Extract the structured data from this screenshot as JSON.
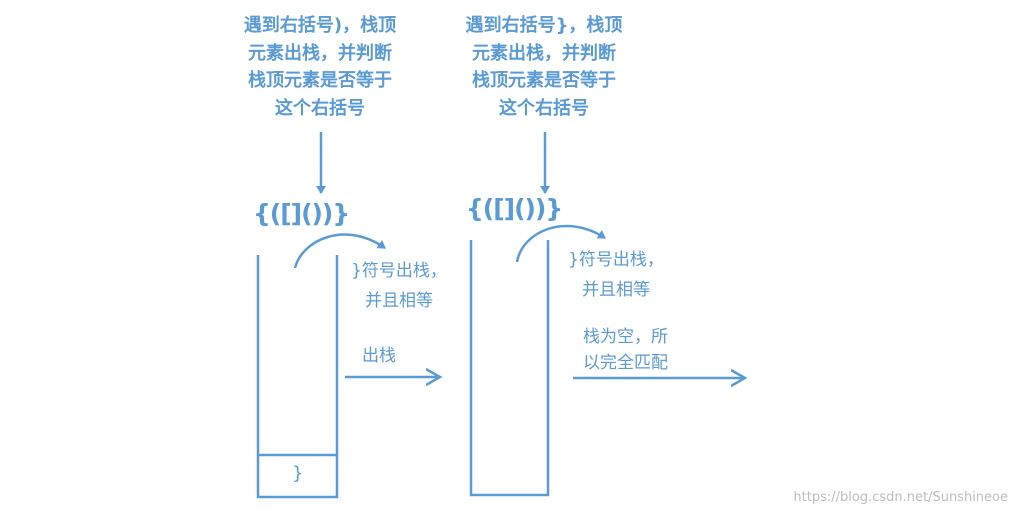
{
  "colors": {
    "stroke": "#5b9bd5",
    "text": "#5b9bd5",
    "watermark": "#bdbdbd"
  },
  "left": {
    "caption": "遇到右括号)，栈顶\n元素出栈，并判断\n栈顶元素是否等于\n这个右括号",
    "brackets": "{([]())}",
    "note": "}符号出栈，\n并且相等",
    "stack_item": "}"
  },
  "middle": {
    "arrow_label": "出栈"
  },
  "right": {
    "caption": "遇到右括号}，栈顶\n元素出栈，并判断\n栈顶元素是否等于\n这个右括号",
    "brackets": "{([]())}",
    "note": "}符号出栈，\n并且相等",
    "result": "栈为空，所\n以完全匹配"
  },
  "watermark": "https://blog.csdn.net/Sunshineoe"
}
